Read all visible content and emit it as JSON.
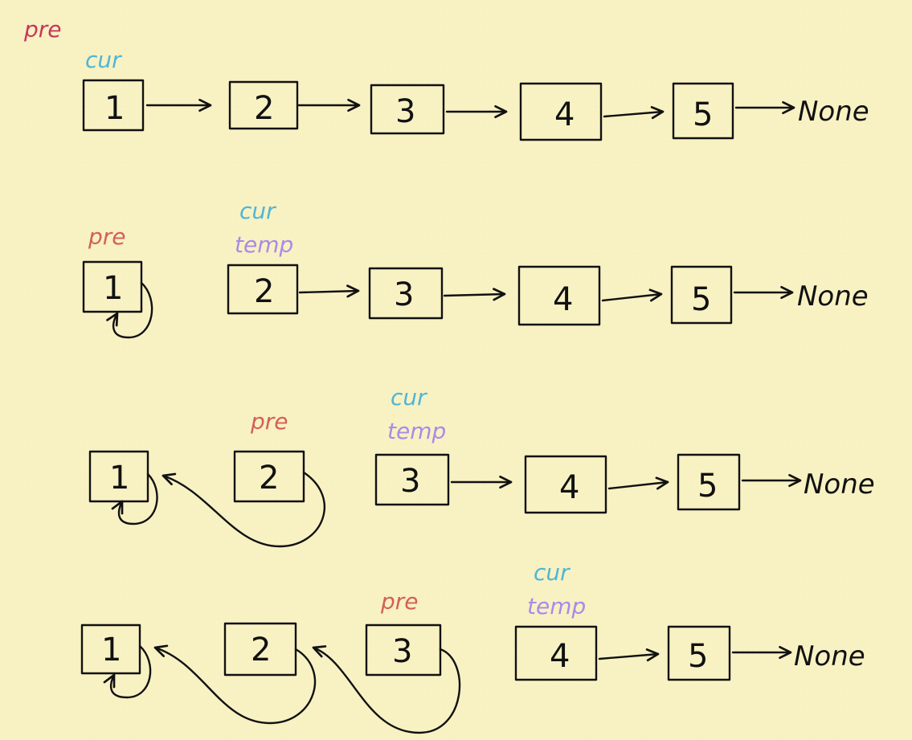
{
  "diagram": {
    "colors": {
      "background": "#f8f1c2",
      "ink": "#111111",
      "pre": "#d3605a",
      "pre_top": "#c8365b",
      "cur": "#4fb6d6",
      "temp": "#a98be8"
    },
    "top_label": "pre",
    "none_text": "None",
    "rows": [
      {
        "nodes": [
          "1",
          "2",
          "3",
          "4",
          "5"
        ],
        "labels": {
          "cur": "cur"
        }
      },
      {
        "nodes": [
          "1",
          "2",
          "3",
          "4",
          "5"
        ],
        "labels": {
          "pre": "pre",
          "cur": "cur",
          "temp": "temp"
        }
      },
      {
        "nodes": [
          "1",
          "2",
          "3",
          "4",
          "5"
        ],
        "labels": {
          "pre": "pre",
          "cur": "cur",
          "temp": "temp"
        }
      },
      {
        "nodes": [
          "1",
          "2",
          "3",
          "4",
          "5"
        ],
        "labels": {
          "pre": "pre",
          "cur": "cur",
          "temp": "temp"
        }
      }
    ]
  }
}
